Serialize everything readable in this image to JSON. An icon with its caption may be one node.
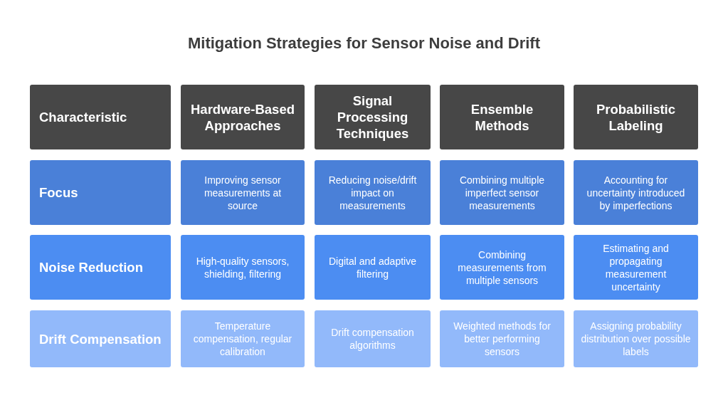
{
  "diagram": {
    "title": "Mitigation Strategies for Sensor Noise and Drift",
    "nodes": [
      {
        "text": [
          "Characteristic"
        ]
      },
      {
        "text": [
          "Hardware-Based Approaches"
        ]
      },
      {
        "text": [
          "Signal Processing Techniques"
        ]
      },
      {
        "text": [
          "Ensemble Methods"
        ]
      },
      {
        "text": [
          "Probabilistic Labeling"
        ]
      },
      {
        "text": [
          "Focus"
        ]
      },
      {
        "text": [
          "Improving sensor measurements at source"
        ]
      },
      {
        "text": [
          "Reducing noise/drift impact on measurements"
        ]
      },
      {
        "text": [
          "Combining multiple imperfect sensor measurements"
        ]
      },
      {
        "text": [
          "Accounting for uncertainty introduced by imperfections"
        ]
      },
      {
        "text": [
          "Noise Reduction"
        ]
      },
      {
        "text": [
          "High-quality sensors, shielding, filtering"
        ]
      },
      {
        "text": [
          "Digital and adaptive filtering"
        ]
      },
      {
        "text": [
          "Combining measurements from multiple sensors"
        ]
      },
      {
        "text": [
          "Estimating and propagating measurement uncertainty"
        ]
      },
      {
        "text": [
          "Drift Compensation"
        ]
      },
      {
        "text": [
          "Temperature compensation, regular calibration"
        ]
      },
      {
        "text": [
          "Drift compensation algorithms"
        ]
      },
      {
        "text": [
          "Weighted methods for better performing sensors"
        ]
      },
      {
        "text": [
          "Assigning probability distribution over possible labels"
        ]
      }
    ]
  }
}
